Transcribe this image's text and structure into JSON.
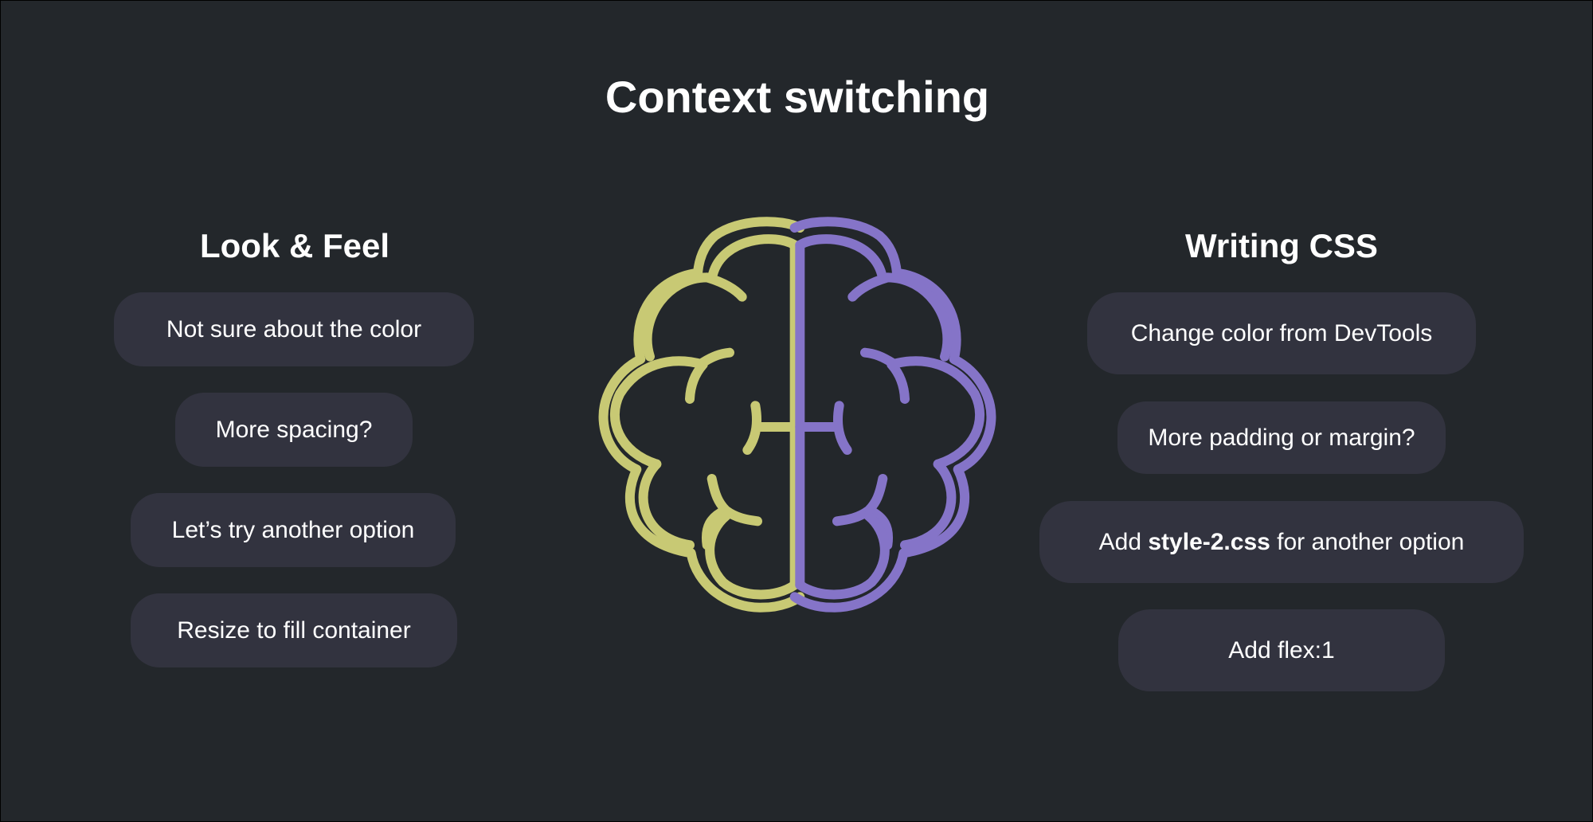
{
  "title": "Context switching",
  "left": {
    "heading": "Look & Feel",
    "items": [
      "Not sure about the color",
      "More spacing?",
      "Let’s try another option",
      "Resize to fill container"
    ]
  },
  "right": {
    "heading": "Writing CSS",
    "items": [
      {
        "text": "Change color from DevTools"
      },
      {
        "text": "More padding or margin?"
      },
      {
        "pre": "Add ",
        "bold": "style-2.css",
        "post": " for another option"
      },
      {
        "text": "Add flex:1"
      }
    ]
  },
  "colors": {
    "background": "#23272b",
    "pill": "#32333f",
    "left_hemisphere": "#c8c974",
    "right_hemisphere": "#8574c8"
  },
  "icon": "brain-icon"
}
